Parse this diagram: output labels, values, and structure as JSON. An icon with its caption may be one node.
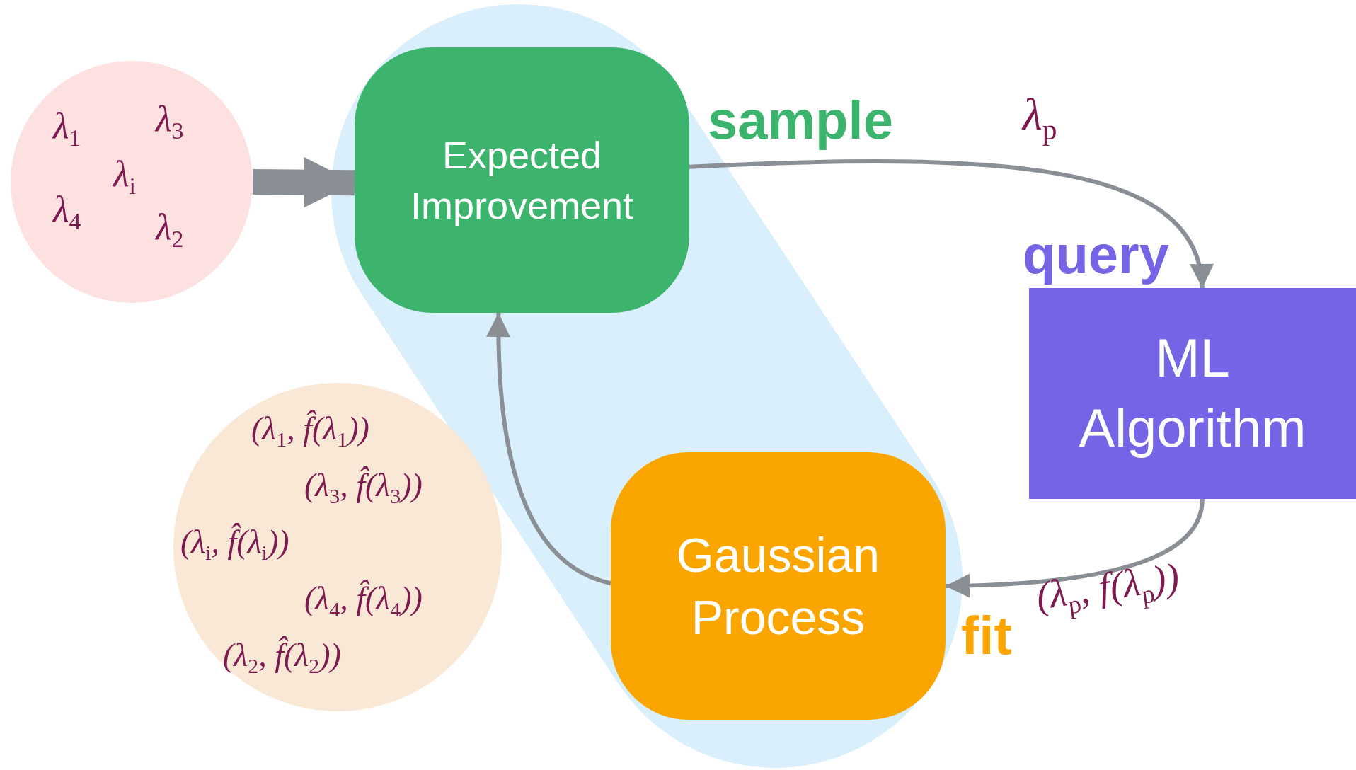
{
  "diagram": {
    "nodes": [
      {
        "text": [
          "λ$_{1}$",
          "λ$_{3}$",
          "λ$_{i}$",
          "λ$_{4}$",
          "λ$_{2}$"
        ]
      },
      {
        "text": [
          "Expected Improvement"
        ]
      },
      {
        "text": [
          "ML Algorithm"
        ]
      },
      {
        "text": [
          "(λ$_{1}$, f̂(λ$_{1}$))",
          "(λ$_{3}$, f̂(λ$_{3}$))",
          "(λ$_{i}$, f̂(λ$_{i}$))",
          "(λ$_{4}$, f̂(λ$_{4}$))",
          "(λ$_{2}$, f̂(λ$_{2}$))"
        ]
      },
      {
        "text": [
          "Gaussian Process"
        ]
      }
    ],
    "edges": [
      {
        "from": 0,
        "to": 1,
        "arrow": "to",
        "style": "thick"
      },
      {
        "from": 1,
        "to": 2,
        "arrow": "to"
      },
      {
        "from": 2,
        "to": 4,
        "arrow": "to"
      },
      {
        "from": 4,
        "to": 1,
        "arrow": "to"
      }
    ],
    "labels": [
      "sample",
      "λ$_{p}$",
      "query",
      "fit",
      "(λ$_{p}$, f(λ$_{p}$))"
    ]
  }
}
